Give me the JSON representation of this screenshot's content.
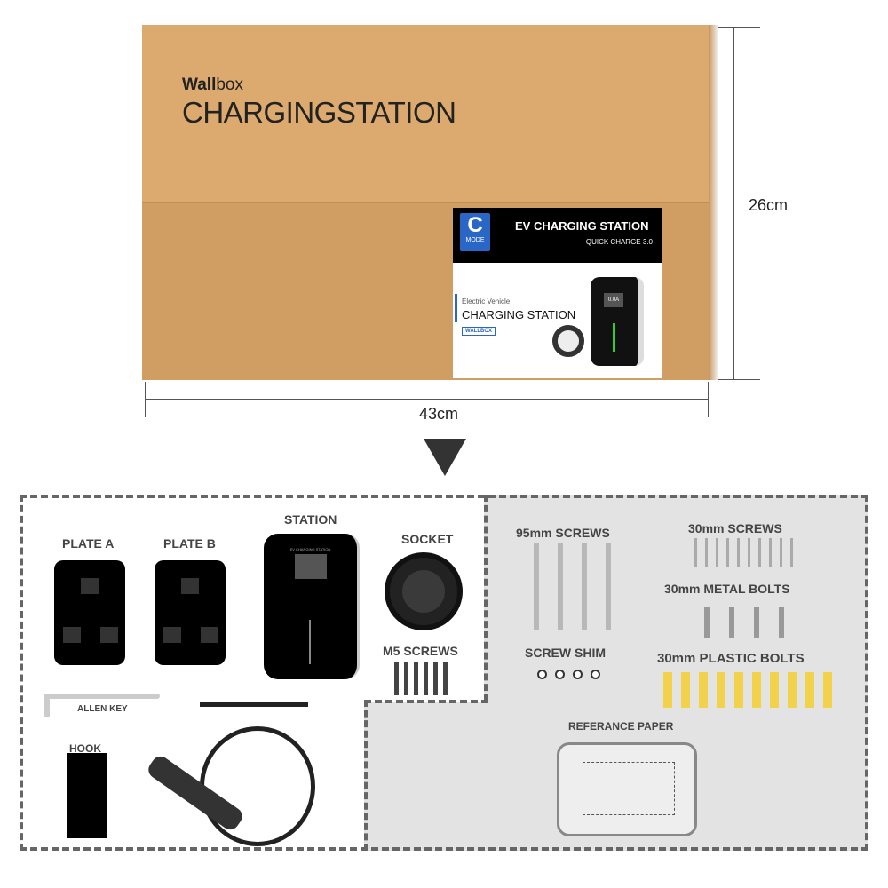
{
  "box": {
    "brand_bold": "Wall",
    "brand_rest": "box",
    "title": "CHARGINGSTATION",
    "label": {
      "mode_letter": "C",
      "mode_text": "MODE",
      "heading": "EV CHARGING STATION",
      "subheading": "QUICK CHARGE 3.0",
      "line1": "Electric Vehicle",
      "line2": "CHARGING STATION",
      "tag": "WALLBOX",
      "screen": "0.0A"
    }
  },
  "dimensions": {
    "height": "26cm",
    "width": "43cm"
  },
  "contents": {
    "plate_a": "PLATE A",
    "plate_b": "PLATE B",
    "station": "STATION",
    "station_screen_text": "EV CHARGING STATION",
    "socket": "SOCKET",
    "m5_screws": "M5 SCREWS",
    "allen_key": "ALLEN KEY",
    "hook": "HOOK",
    "screws_95": "95mm SCREWS",
    "screws_30": "30mm SCREWS",
    "metal_bolts": "30mm METAL BOLTS",
    "screw_shim": "SCREW SHIM",
    "plastic_bolts": "30mm PLASTIC BOLTS",
    "reference_paper": "REFERANCE PAPER"
  },
  "colors": {
    "cardboard": "#dcaa6e",
    "accent_blue": "#2a66c5",
    "panel_gray": "#e3e3e3"
  }
}
